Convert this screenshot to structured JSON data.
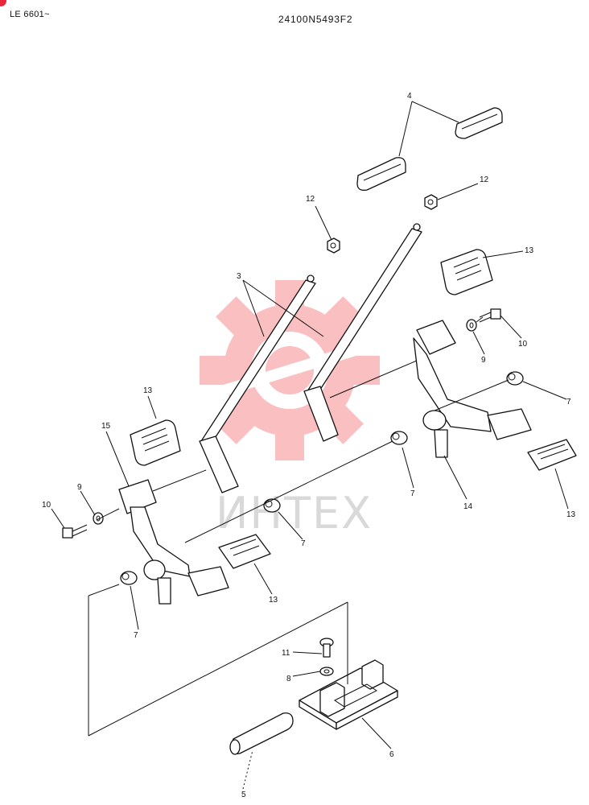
{
  "header": {
    "model_range": "LE 6601~",
    "drawing_code": "24100N5493F2"
  },
  "watermark": {
    "text": "ИНТЕХ",
    "logo_color": "#f04a50"
  },
  "parts": [
    {
      "id": "4",
      "name": "pedal-pad-rubber"
    },
    {
      "id": "12",
      "name": "nut"
    },
    {
      "id": "3",
      "name": "pedal-rod"
    },
    {
      "id": "13",
      "name": "pedal-pad"
    },
    {
      "id": "10",
      "name": "bolt"
    },
    {
      "id": "9",
      "name": "washer"
    },
    {
      "id": "7",
      "name": "bushing"
    },
    {
      "id": "14",
      "name": "brake-pedal-right"
    },
    {
      "id": "15",
      "name": "brake-pedal-left"
    },
    {
      "id": "11",
      "name": "bolt-small"
    },
    {
      "id": "8",
      "name": "washer-small"
    },
    {
      "id": "6",
      "name": "bracket"
    },
    {
      "id": "5",
      "name": "shaft"
    }
  ],
  "labels": [
    {
      "text": "4"
    },
    {
      "text": "12"
    },
    {
      "text": "12"
    },
    {
      "text": "13"
    },
    {
      "text": "3"
    },
    {
      "text": "10"
    },
    {
      "text": "9"
    },
    {
      "text": "7"
    },
    {
      "text": "13"
    },
    {
      "text": "15"
    },
    {
      "text": "14"
    },
    {
      "text": "13"
    },
    {
      "text": "9"
    },
    {
      "text": "10"
    },
    {
      "text": "7"
    },
    {
      "text": "7"
    },
    {
      "text": "13"
    },
    {
      "text": "7"
    },
    {
      "text": "11"
    },
    {
      "text": "8"
    },
    {
      "text": "6"
    },
    {
      "text": "5"
    }
  ]
}
